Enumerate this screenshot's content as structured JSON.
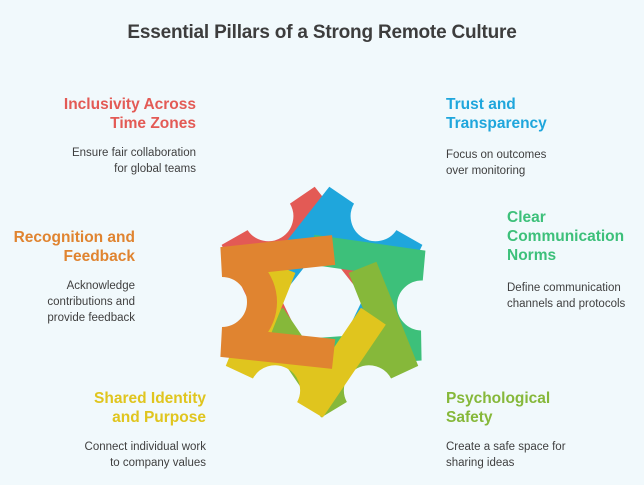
{
  "title": "Essential Pillars of a Strong Remote Culture",
  "pillars": [
    {
      "id": "inclusivity",
      "head_lines": [
        "Inclusivity Across",
        "Time Zones"
      ],
      "desc_lines": [
        "Ensure fair collaboration",
        "for global teams"
      ],
      "color": "#e35a55"
    },
    {
      "id": "trust",
      "head_lines": [
        "Trust and",
        "Transparency"
      ],
      "desc_lines": [
        "Focus on outcomes",
        "over monitoring"
      ],
      "color": "#1fa6dc"
    },
    {
      "id": "communication",
      "head_lines": [
        "Clear",
        "Communication",
        "Norms"
      ],
      "desc_lines": [
        "Define communication",
        "channels and protocols"
      ],
      "color": "#3dc07a"
    },
    {
      "id": "recognition",
      "head_lines": [
        "Recognition and",
        "Feedback"
      ],
      "desc_lines": [
        "Acknowledge",
        "contributions and",
        "provide feedback"
      ],
      "color": "#e08430"
    },
    {
      "id": "identity",
      "head_lines": [
        "Shared Identity",
        "and Purpose"
      ],
      "desc_lines": [
        "Connect individual work",
        "to company values"
      ],
      "color": "#e0c51e"
    },
    {
      "id": "safety",
      "head_lines": [
        "Psychological",
        "Safety"
      ],
      "desc_lines": [
        "Create a safe space for",
        "sharing ideas"
      ],
      "color": "#86b83a"
    }
  ]
}
